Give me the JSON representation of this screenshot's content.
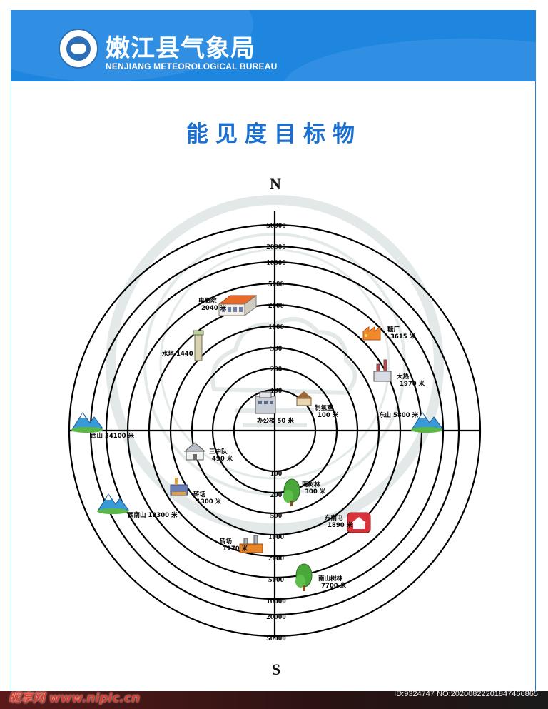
{
  "header": {
    "title_cn": "嫩江县气象局",
    "title_en": "NENJIANG METEOROLOGICAL BUREAU",
    "color": "#1f86e0"
  },
  "page_title": "能见度目标物",
  "compass": {
    "north": "N",
    "south": "S"
  },
  "dial": {
    "ring_labels": [
      "100",
      "200",
      "500",
      "1000",
      "2000",
      "5000",
      "10000",
      "20000",
      "50000"
    ],
    "targets": [
      {
        "name": "办公楼 50 米",
        "dist": "",
        "icon": "office-building-icon"
      },
      {
        "name": "制氢室",
        "dist": "100 米",
        "icon": "hydrogen-house-icon"
      },
      {
        "name": "三中队",
        "dist": "490 米",
        "icon": "house-icon"
      },
      {
        "name": "南树林",
        "dist": "300 米",
        "icon": "tree-icon"
      },
      {
        "name": "水塔 1440",
        "dist": "",
        "icon": "water-tower-icon"
      },
      {
        "name": "电影院",
        "dist": "2040 米",
        "icon": "cinema-icon"
      },
      {
        "name": "糖厂",
        "dist": "3615 米",
        "icon": "factory-icon"
      },
      {
        "name": "大热",
        "dist": "1970 米",
        "icon": "power-plant-icon"
      },
      {
        "name": "东山 5800 米",
        "dist": "",
        "icon": "mountain-icon"
      },
      {
        "name": "西山 34100 米",
        "dist": "",
        "icon": "mountain-icon"
      },
      {
        "name": "西南山 12300 米",
        "dist": "",
        "icon": "mountain-icon"
      },
      {
        "name": "砖场",
        "dist": "1300 米",
        "icon": "brick-factory-icon"
      },
      {
        "name": "砖场",
        "dist": "1170 米",
        "icon": "factory-icon"
      },
      {
        "name": "东南屯",
        "dist": "1890 米",
        "icon": "village-icon"
      },
      {
        "name": "南山树林",
        "dist": "7700 米",
        "icon": "tree-icon"
      }
    ]
  },
  "watermark": {
    "site": "昵享网 www.nipic.cn",
    "image_id": "ID:9324747 NO:20200822201847466865"
  }
}
